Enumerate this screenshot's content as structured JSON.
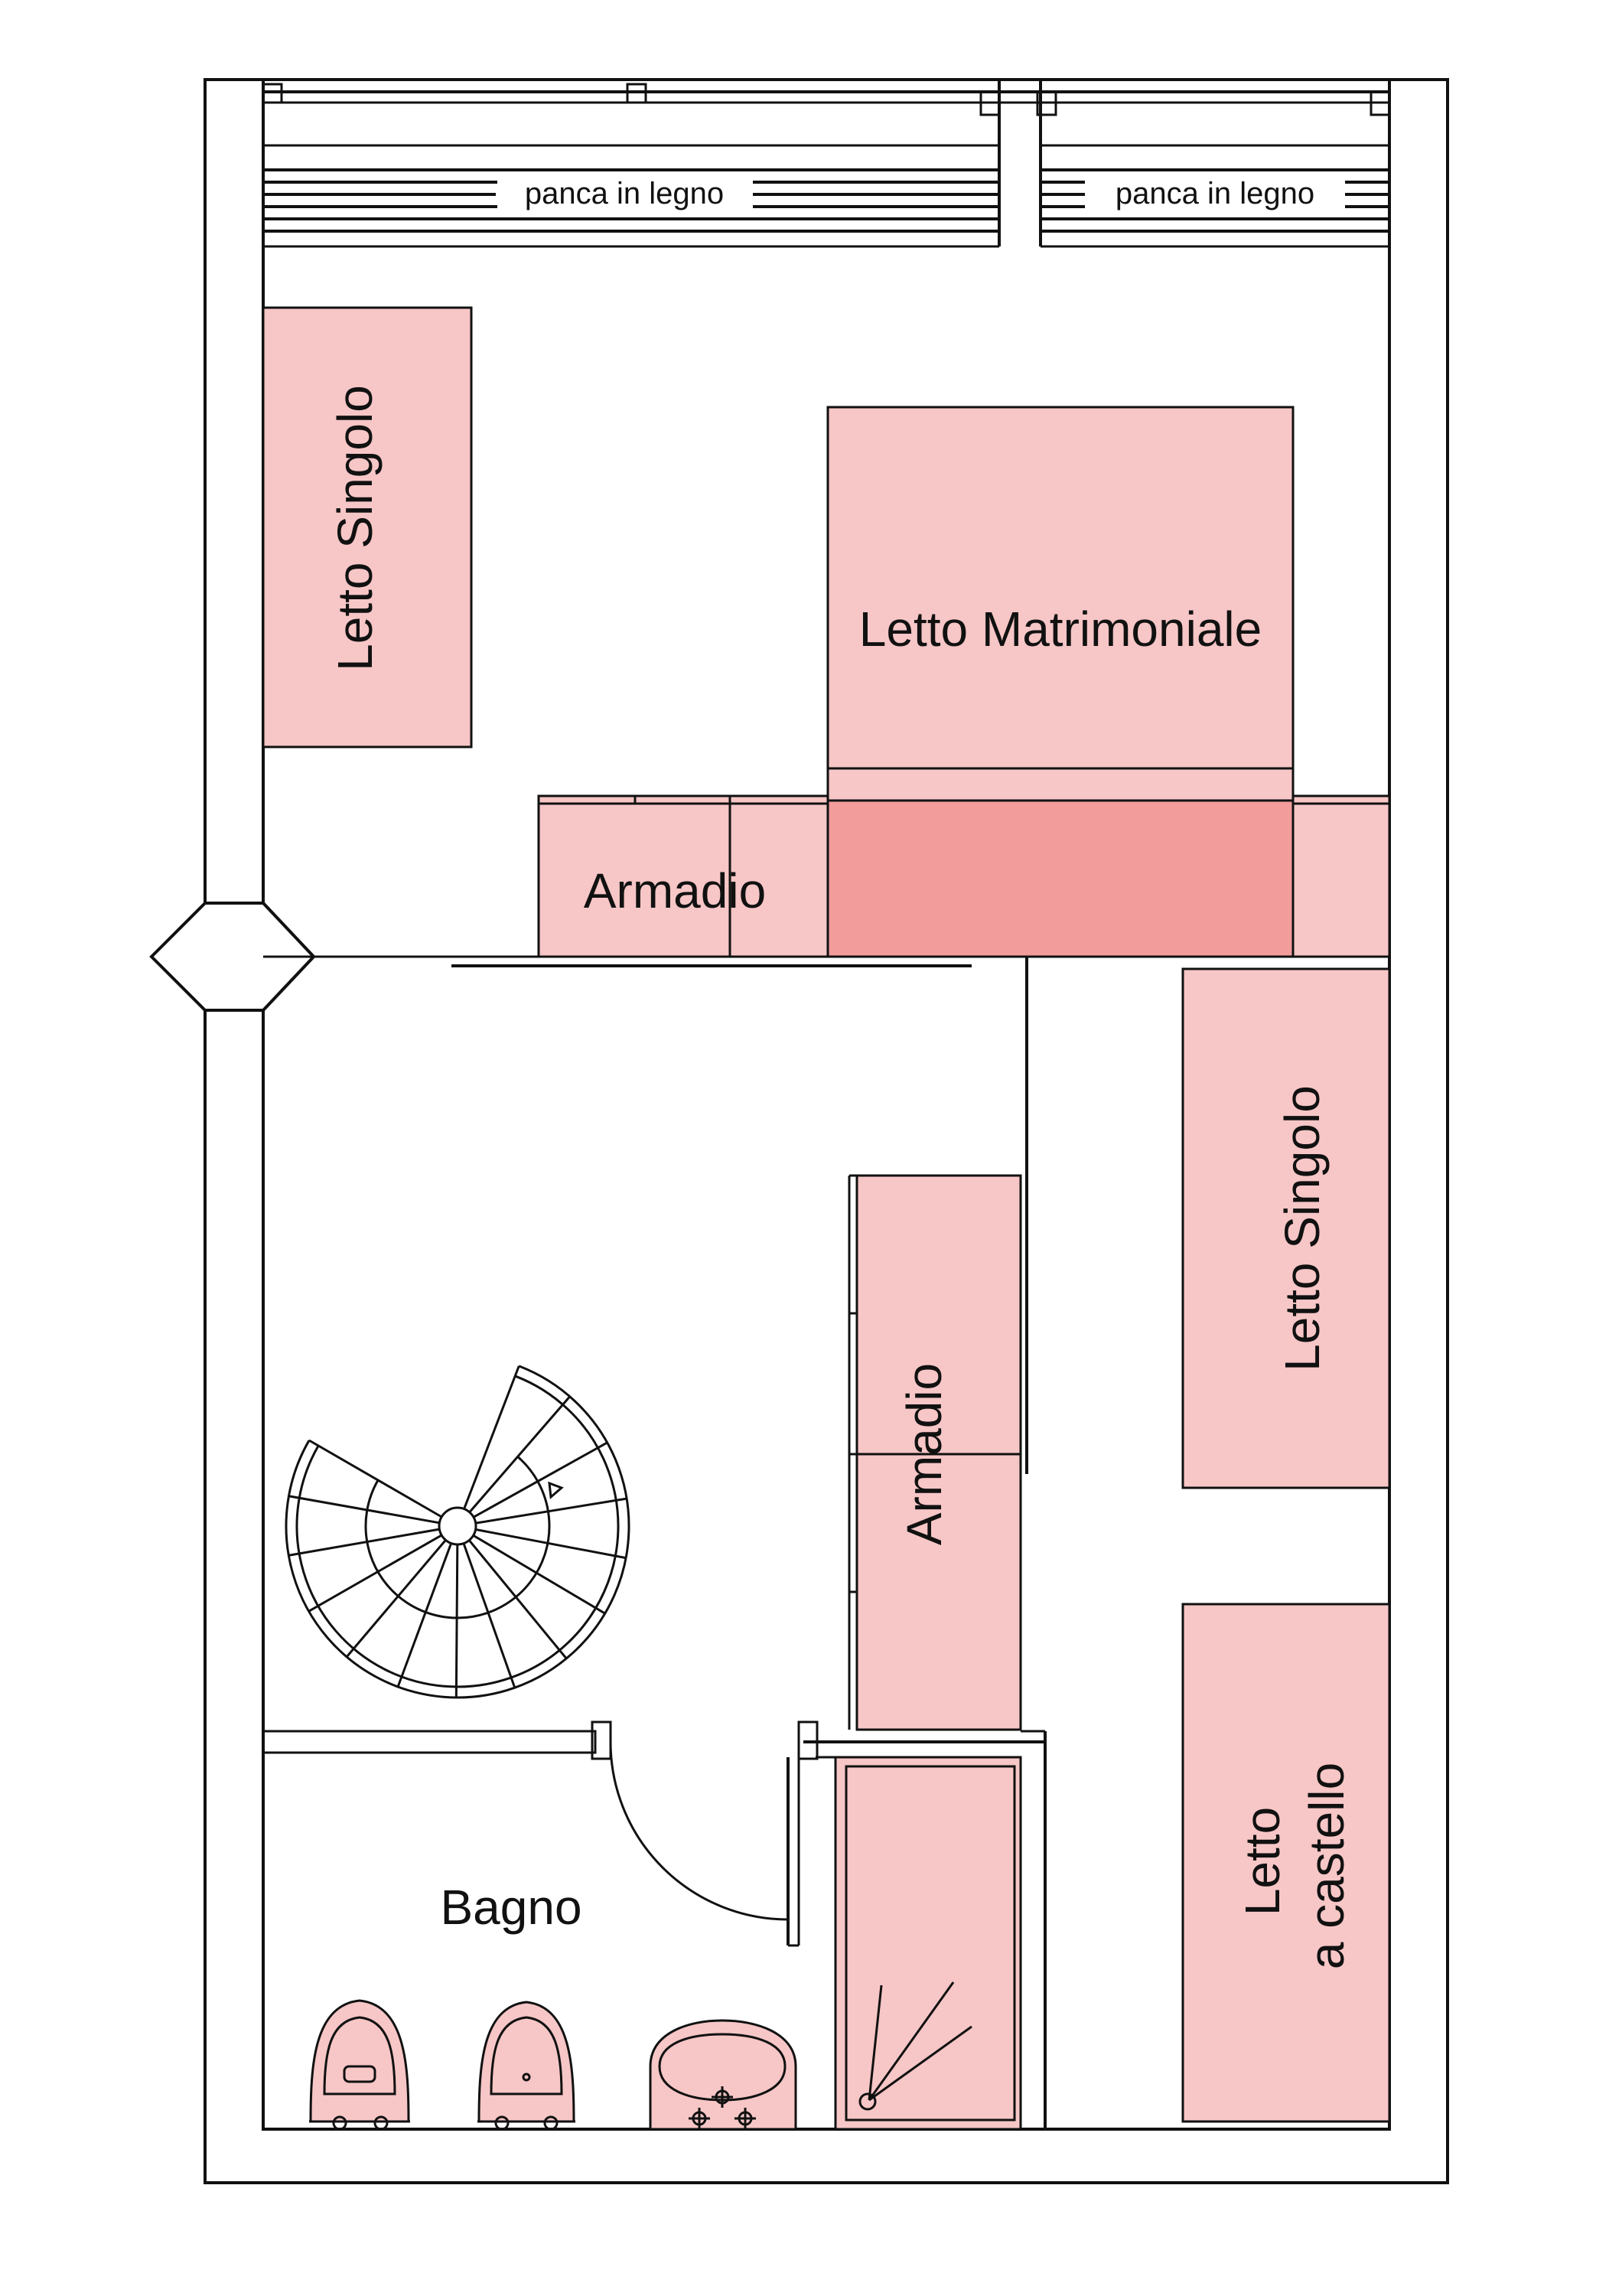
{
  "labels": {
    "bench_left": "panca in legno",
    "bench_right": "panca in legno",
    "single_bed_top": "Letto Singolo",
    "double_bed": "Letto Matrimoniale",
    "wardrobe_top": "Armadio",
    "single_bed_right": "Letto Singolo",
    "wardrobe_center": "Armadio",
    "bunk_bed_line1": "Letto",
    "bunk_bed_line2": "a castello",
    "bathroom": "Bagno"
  },
  "colors": {
    "furniture_fill": "#f7c6c6",
    "furniture_dark": "#f29c9c",
    "line": "#111111",
    "background": "#ffffff"
  }
}
